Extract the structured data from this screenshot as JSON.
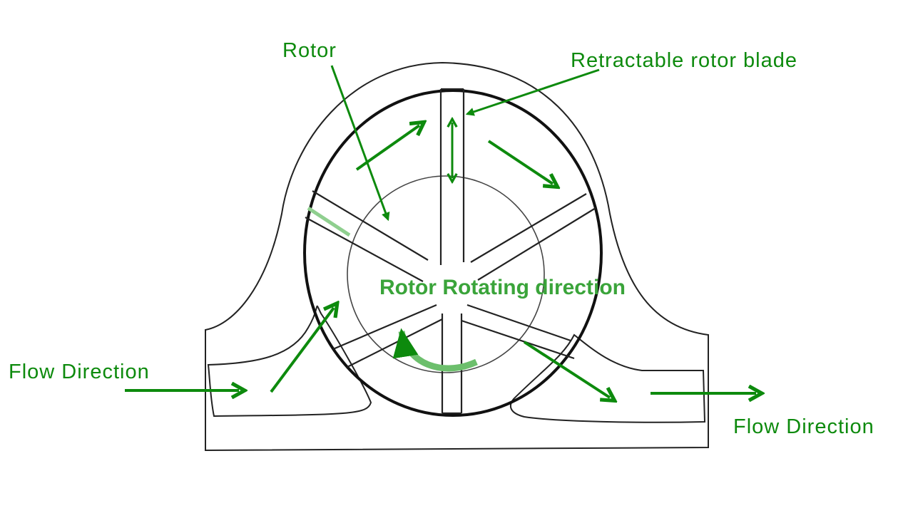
{
  "labels": {
    "rotor": "Rotor",
    "retractable_blade": "Retractable rotor blade",
    "rotating_direction": "Rotor Rotating direction",
    "flow_in": "Flow Direction",
    "flow_out": "Flow Direction"
  },
  "colors": {
    "arrow_green": "#0d8a0d",
    "text_green": "#0d8a0d",
    "outline": "#222222"
  }
}
